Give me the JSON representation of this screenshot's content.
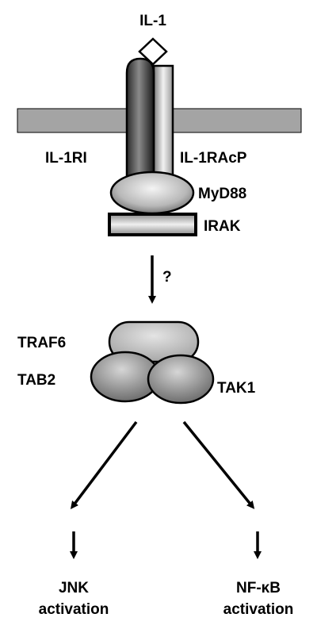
{
  "labels": {
    "ligand": "IL-1",
    "receptor_1": "IL-1RI",
    "receptor_2": "IL-1RAcP",
    "adaptor": "MyD88",
    "kinase": "IRAK",
    "unknown_step": "?",
    "traf": "TRAF6",
    "tab": "TAB2",
    "tak": "TAK1",
    "jnk_line1": "JNK",
    "jnk_line2": "activation",
    "nfkb_line1": "NF-κB",
    "nfkb_line2": "activation"
  },
  "colors": {
    "membrane": "#a4a4a4",
    "outline": "#000000",
    "background": "#ffffff"
  }
}
